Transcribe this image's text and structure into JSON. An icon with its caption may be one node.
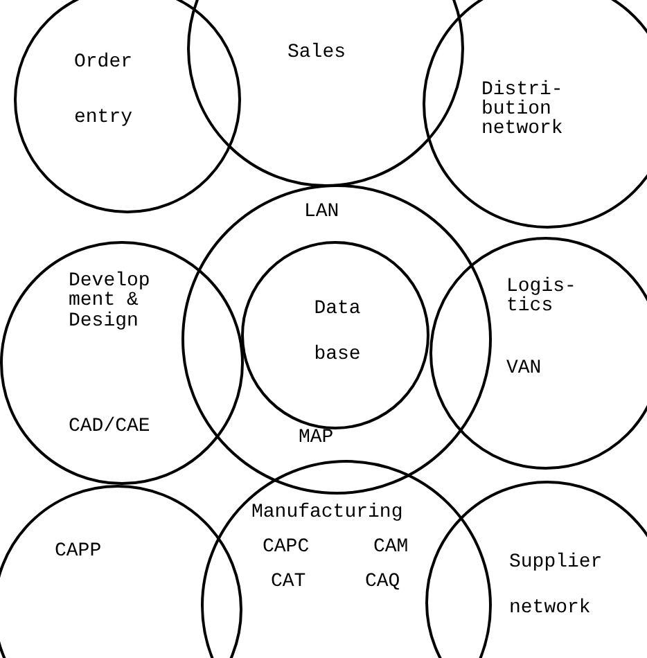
{
  "diagram": {
    "nodes": [
      {
        "text": [
          "Order entry"
        ]
      },
      {
        "text": [
          "Sales"
        ]
      },
      {
        "text": [
          "Distri- bution network"
        ]
      },
      {
        "text": [
          "Develop ment & Design",
          "CAD/CAE"
        ]
      },
      {
        "text": [
          "LAN",
          "MAP"
        ]
      },
      {
        "text": [
          "Data base"
        ],
        "in": 4
      },
      {
        "text": [
          "Logis- tics",
          "VAN"
        ]
      },
      {
        "text": [
          "CAPP"
        ]
      },
      {
        "text": [
          "Manufacturing",
          "CAPC",
          "CAM",
          "CAT",
          "CAQ"
        ]
      },
      {
        "text": [
          "Supplier network"
        ]
      }
    ]
  }
}
